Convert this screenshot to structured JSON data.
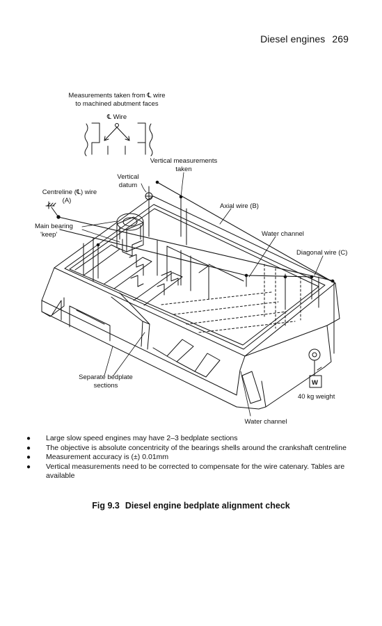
{
  "header": {
    "running_title": "Diesel engines",
    "page_number": "269"
  },
  "figure": {
    "labels": {
      "measurements_line1": "Measurements taken from ℄ wire",
      "measurements_line2": "to machined abutment faces",
      "cl_wire": "℄ Wire",
      "vertical_meas_line1": "Vertical measurements",
      "vertical_meas_line2": "taken",
      "vertical_datum_line1": "Vertical",
      "vertical_datum_line2": "datum",
      "centreline_wire": "Centreline (℄) wire",
      "centreline_wire_ref": "(A)",
      "axial_wire": "Axial wire (B)",
      "main_bearing_line1": "Main bearing",
      "main_bearing_line2": "'keep'",
      "water_channel_top": "Water channel",
      "diagonal_wire": "Diagonal wire (C)",
      "separate_sections_line1": "Separate bedplate",
      "separate_sections_line2": "sections",
      "weight_mark": "W",
      "weight": "40 kg weight",
      "water_channel_bottom": "Water channel"
    }
  },
  "notes": [
    "Large slow speed engines may have 2–3 bedplate sections",
    "The objective is absolute concentricity of the bearings shells around the crankshaft centreline",
    "Measurement accuracy is (±) 0.01mm",
    "Vertical measurements need to be corrected to compensate for the wire catenary. Tables are available"
  ],
  "caption": {
    "number": "Fig 9.3",
    "text": "Diesel engine bedplate alignment check"
  }
}
